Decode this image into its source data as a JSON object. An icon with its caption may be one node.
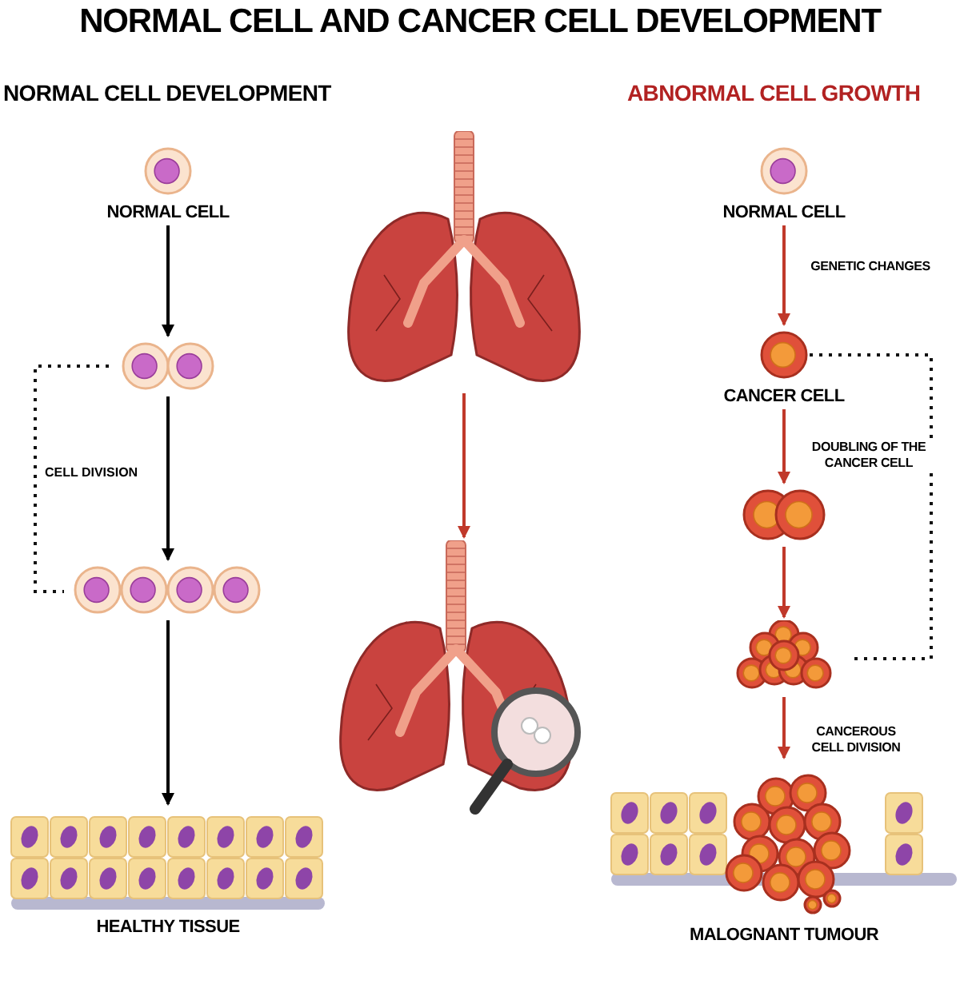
{
  "diagram": {
    "title": "NORMAL CELL AND CANCER CELL DEVELOPMENT",
    "nodes": [
      {
        "text": [
          "NORMAL CELL"
        ]
      },
      {
        "text": [],
        "shape": "picture"
      },
      {
        "text": [],
        "shape": "picture"
      },
      {
        "text": [
          "HEALTHY TISSUE"
        ]
      },
      {
        "text": [],
        "shape": "picture"
      },
      {
        "text": [],
        "shape": "picture"
      },
      {
        "text": [
          "NORMAL CELL"
        ]
      },
      {
        "text": [
          "CANCER CELL"
        ]
      },
      {
        "text": [],
        "shape": "picture"
      },
      {
        "text": [],
        "shape": "picture"
      },
      {
        "text": [
          "MALOGNANT TUMOUR"
        ]
      }
    ],
    "edges": [
      {
        "from": 0,
        "to": 1,
        "arrow": "to",
        "color": "#000000"
      },
      {
        "from": 1,
        "to": 2,
        "arrow": "to",
        "color": "#000000"
      },
      {
        "from": 2,
        "to": 3,
        "arrow": "to",
        "color": "#000000"
      },
      {
        "from": 4,
        "to": 5,
        "arrow": "to"
      },
      {
        "from": 6,
        "to": 7,
        "arrow": "to",
        "label": "GENETIC CHANGES"
      },
      {
        "from": 7,
        "to": 8,
        "arrow": "to",
        "label": "DOUBLING OF THE CANCER CELL"
      },
      {
        "from": 8,
        "to": 9,
        "arrow": "to"
      },
      {
        "from": 9,
        "to": 10,
        "arrow": "to",
        "label": "CANCEROUS CELL DIVISION"
      }
    ],
    "labels": [
      "NORMAL CELL DEVELOPMENT",
      "ABNORMAL CELL GROWTH",
      "CELL DIVISION"
    ]
  }
}
